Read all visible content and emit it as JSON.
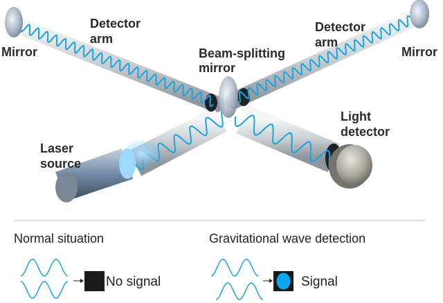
{
  "labels": {
    "left_arm": [
      "Detector",
      "arm"
    ],
    "left_mirror": "Mirror",
    "splitter": [
      "Beam-splitting",
      "mirror"
    ],
    "right_arm": [
      "Detector",
      "arm"
    ],
    "right_mirror": "Mirror",
    "light_detector": [
      "Light",
      "detector"
    ],
    "laser_source": [
      "Laser",
      "source"
    ]
  },
  "legend": {
    "normal": {
      "title": "Normal situation",
      "result": "No signal"
    },
    "gw": {
      "title": "Gravitational wave detection",
      "result": "Signal"
    }
  },
  "colors": {
    "wave": "#1aa3e0",
    "signal": "#0aa6ee",
    "detector_box": "#1a1a1a"
  }
}
